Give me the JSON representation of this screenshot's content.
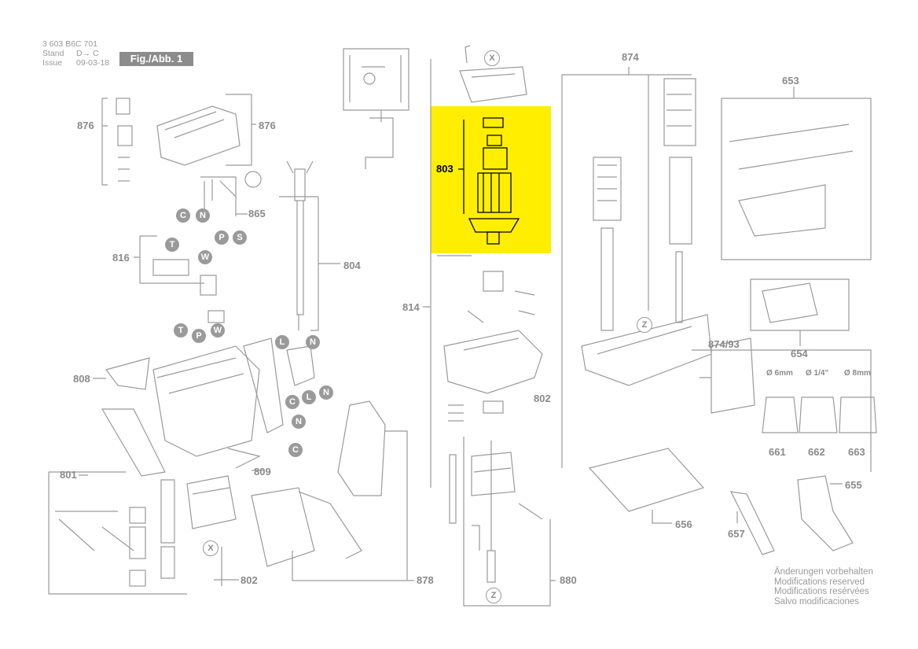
{
  "header": {
    "part_number": "3 603 B6C 701",
    "stand_label": "Stand",
    "issue_label": "Issue",
    "stand_symbol": "D→ C",
    "issue_date": "09-03-18",
    "figure_label": "Fig./Abb. 1"
  },
  "highlighted_part": "803",
  "callouts": {
    "c876a": "876",
    "c876b": "876",
    "c865": "865",
    "c816": "816",
    "c804": "804",
    "c808": "808",
    "c809": "809",
    "c801": "801",
    "c802a": "802",
    "c878": "878",
    "c814": "814",
    "c803": "803",
    "c802b": "802",
    "c880": "880",
    "c874": "874",
    "c874_93": "874/93",
    "c653": "653",
    "c654": "654",
    "c661": "661",
    "c662": "662",
    "c663": "663",
    "c655": "655",
    "c656": "656",
    "c657": "657"
  },
  "bubbles": {
    "b_c1": "C",
    "b_n1": "N",
    "b_p1": "P",
    "b_s1": "S",
    "b_t1": "T",
    "b_w1": "W",
    "b_t2": "T",
    "b_p2": "P",
    "b_w2": "W",
    "b_l1": "L",
    "b_n2": "N",
    "b_c2": "C",
    "b_l2": "L",
    "b_n3": "N",
    "b_n4": "N",
    "b_c3": "C"
  },
  "markers": {
    "m_x1": "X",
    "m_x2": "X",
    "m_z1": "Z",
    "m_z2": "Z"
  },
  "collet_sizes": {
    "s1": "Ø 6mm",
    "s2": "Ø 1/4\"",
    "s3": "Ø 8mm"
  },
  "disclaimer": {
    "de": "Änderungen vorbehalten",
    "en": "Modifications reserved",
    "fr": "Modifications resérvées",
    "es": "Salvo modificaciones"
  },
  "colors": {
    "highlight": "#ffee00",
    "line": "#9a9a9a",
    "text": "#8a8a8a"
  }
}
